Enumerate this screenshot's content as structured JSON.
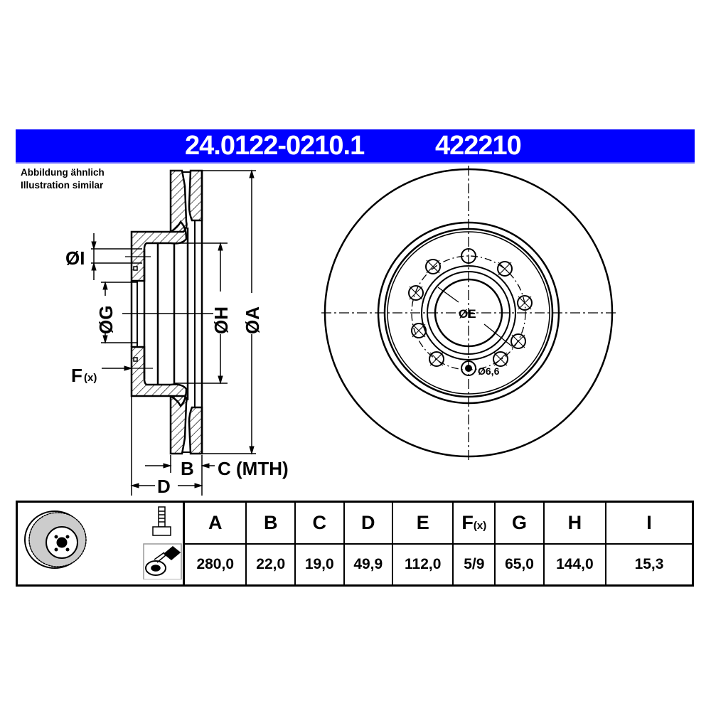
{
  "header": {
    "part_number": "24.0122-0210.1",
    "article_code": "422210",
    "banner_color": "#0000ff"
  },
  "note": {
    "line1": "Abbildung ähnlich",
    "line2": "Illustration similar"
  },
  "section_view": {
    "labels": {
      "dia_i": "ØI",
      "dia_g": "ØG",
      "dia_h": "ØH",
      "dia_a": "ØA",
      "f": "F",
      "f_sup": "(x)",
      "b": "B",
      "c": "C (MTH)",
      "d": "D"
    }
  },
  "front_view": {
    "labels": {
      "dia_e": "ØE",
      "hole": "Ø6,6"
    },
    "bolt_holes": 9
  },
  "table": {
    "icons": [
      "brake-disc-icon",
      "bolt-icon",
      "spray-cleaning-icon"
    ],
    "columns": [
      {
        "key": "A",
        "label": "A",
        "value": "280,0"
      },
      {
        "key": "B",
        "label": "B",
        "value": "22,0"
      },
      {
        "key": "C",
        "label": "C",
        "value": "19,0"
      },
      {
        "key": "D",
        "label": "D",
        "value": "49,9"
      },
      {
        "key": "E",
        "label": "E",
        "value": "112,0"
      },
      {
        "key": "F",
        "label": "F",
        "label_sup": "(x)",
        "value": "5/9"
      },
      {
        "key": "G",
        "label": "G",
        "value": "65,0"
      },
      {
        "key": "H",
        "label": "H",
        "value": "144,0"
      },
      {
        "key": "I",
        "label": "I",
        "value": "15,3"
      }
    ]
  }
}
